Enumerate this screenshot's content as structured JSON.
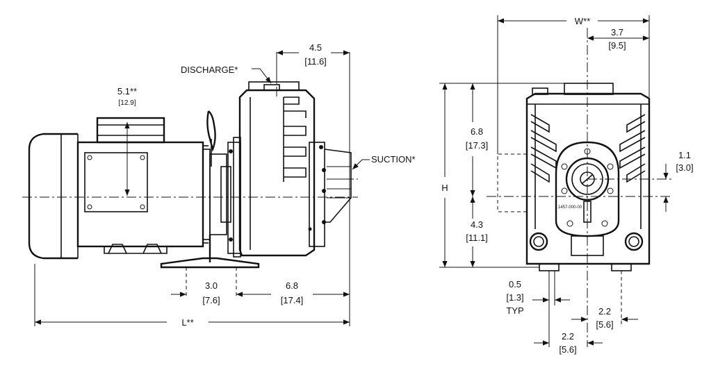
{
  "labels": {
    "discharge": "DISCHARGE*",
    "suction": "SUCTION*",
    "length": "L**",
    "width": "W**",
    "height": "H",
    "part_number": "1457-000-00"
  },
  "side_view": {
    "d_4_5": {
      "in": "4.5",
      "mm": "[11.6]"
    },
    "d_5_1": {
      "in": "5.1**",
      "mm": "[12.9]"
    },
    "d_3_0": {
      "in": "3.0",
      "mm": "[7.6]"
    },
    "d_6_8": {
      "in": "6.8",
      "mm": "[17.4]"
    }
  },
  "front_view": {
    "d_3_7": {
      "in": "3.7",
      "mm": "[9.5]"
    },
    "d_6_8": {
      "in": "6.8",
      "mm": "[17.3]"
    },
    "d_1_1": {
      "in": "1.1",
      "mm": "[3.0]"
    },
    "d_4_3": {
      "in": "4.3",
      "mm": "[11.1]"
    },
    "d_0_5": {
      "in": "0.5",
      "mm": "[1.3]",
      "note": "TYP"
    },
    "d_2_2_right": {
      "in": "2.2",
      "mm": "[5.6]"
    },
    "d_2_2_bottom": {
      "in": "2.2",
      "mm": "[5.6]"
    }
  }
}
